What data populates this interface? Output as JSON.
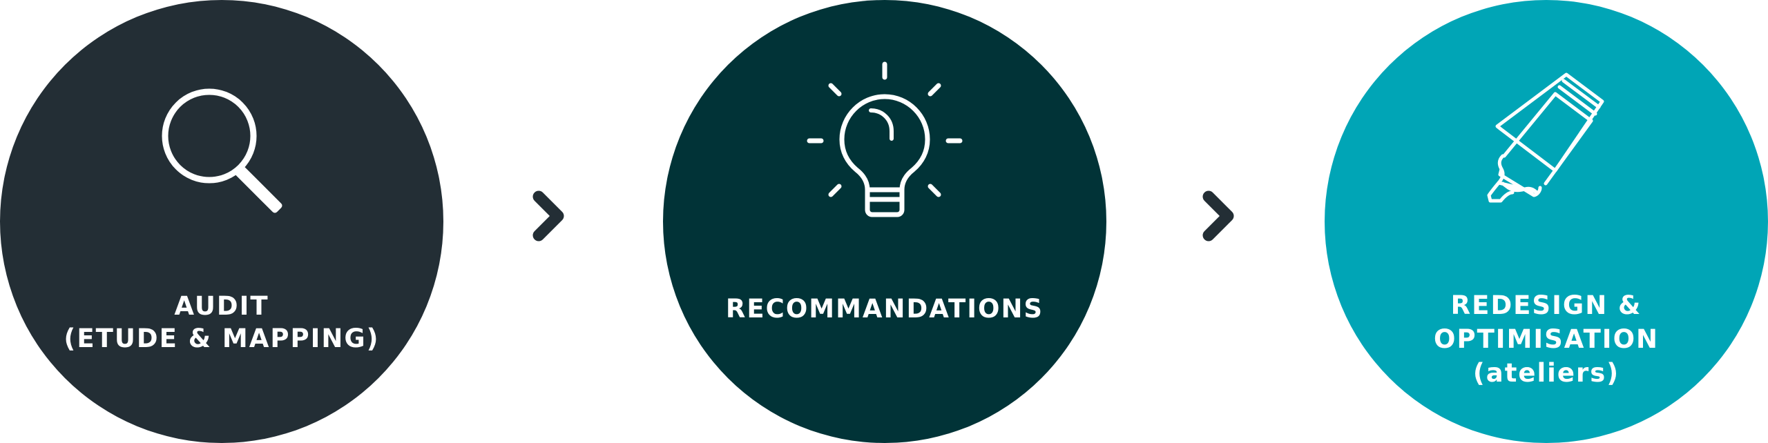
{
  "colors": {
    "step_1": "#232e35",
    "step_2": "#013337",
    "step_3": "#00a5b6",
    "arrow": "#232e35",
    "text": "#ffffff"
  },
  "steps": [
    {
      "icon": "magnifier-icon",
      "lines": [
        "AUDIT",
        "(ETUDE & MAPPING)"
      ]
    },
    {
      "icon": "lightbulb-icon",
      "lines": [
        "RECOMMANDATIONS"
      ]
    },
    {
      "icon": "highlighter-icon",
      "lines": [
        "REDESIGN &",
        "OPTIMISATION",
        "(ateliers)"
      ]
    }
  ],
  "arrows": [
    "chevron-right-icon",
    "chevron-right-icon"
  ]
}
